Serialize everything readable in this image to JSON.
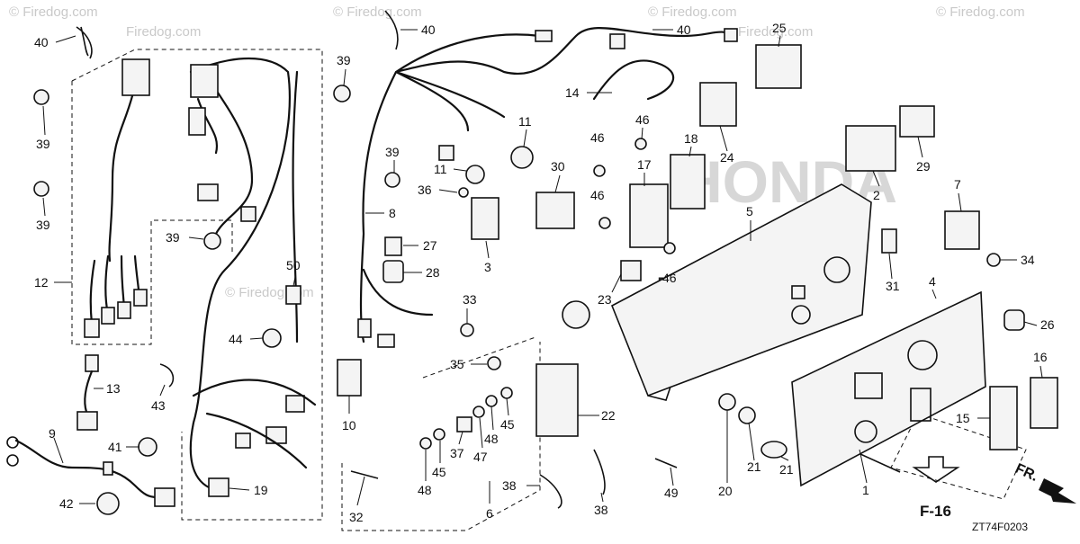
{
  "watermark": {
    "corner_text": "© Firedog.com",
    "center_text": "Firedog.com",
    "brand_text": "HONDA"
  },
  "figure": {
    "section_ref": "F-16",
    "direction_label": "FR.",
    "drawing_code": "ZT74F0203"
  },
  "callouts": [
    "40",
    "39",
    "39",
    "12",
    "13",
    "9",
    "41",
    "42",
    "39",
    "50",
    "44",
    "43",
    "19",
    "40",
    "39",
    "8",
    "39",
    "36",
    "27",
    "28",
    "33",
    "35",
    "10",
    "32",
    "14",
    "11",
    "11",
    "3",
    "30",
    "6",
    "48",
    "45",
    "37",
    "47",
    "48",
    "45",
    "22",
    "40",
    "25",
    "46",
    "18",
    "17",
    "46",
    "46",
    "46",
    "24",
    "29",
    "2",
    "7",
    "23",
    "5",
    "31",
    "34",
    "4",
    "26",
    "16",
    "15",
    "38",
    "38",
    "49",
    "20",
    "21",
    "21",
    "1"
  ]
}
